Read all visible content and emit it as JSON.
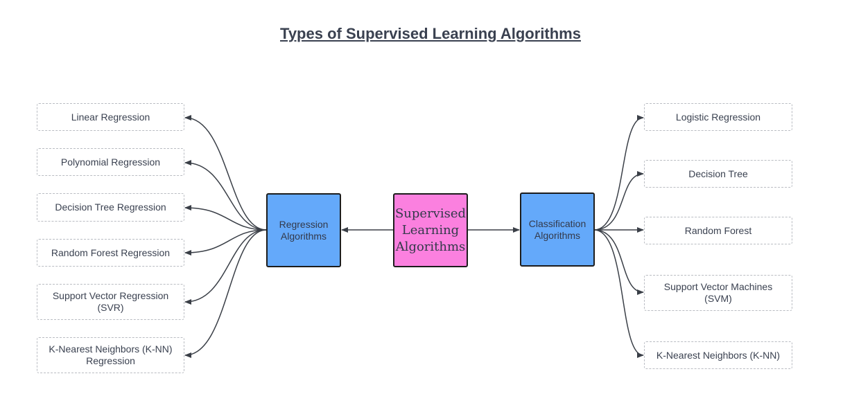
{
  "title": "Types of Supervised Learning Algorithms",
  "root": {
    "label_lines": [
      "Supervised",
      "Learning",
      "Algorithms"
    ]
  },
  "regression": {
    "label_lines": [
      "Regression",
      "Algorithms"
    ],
    "items": [
      {
        "lines": [
          "Linear Regression"
        ]
      },
      {
        "lines": [
          "Polynomial Regression"
        ]
      },
      {
        "lines": [
          "Decision Tree Regression"
        ]
      },
      {
        "lines": [
          "Random Forest Regression"
        ]
      },
      {
        "lines": [
          "Support Vector Regression",
          "(SVR)"
        ]
      },
      {
        "lines": [
          "K-Nearest Neighbors (K-NN)",
          "Regression"
        ]
      }
    ]
  },
  "classification": {
    "label_lines": [
      "Classification",
      "Algorithms"
    ],
    "items": [
      {
        "lines": [
          "Logistic Regression"
        ]
      },
      {
        "lines": [
          "Decision Tree"
        ]
      },
      {
        "lines": [
          "Random Forest"
        ]
      },
      {
        "lines": [
          "Support Vector Machines",
          "(SVM)"
        ]
      },
      {
        "lines": [
          "K-Nearest Neighbors (K-NN)"
        ]
      }
    ]
  },
  "colors": {
    "root_fill": "#fb80df",
    "category_fill": "#64a9fa",
    "connector": "#3a3f47"
  }
}
